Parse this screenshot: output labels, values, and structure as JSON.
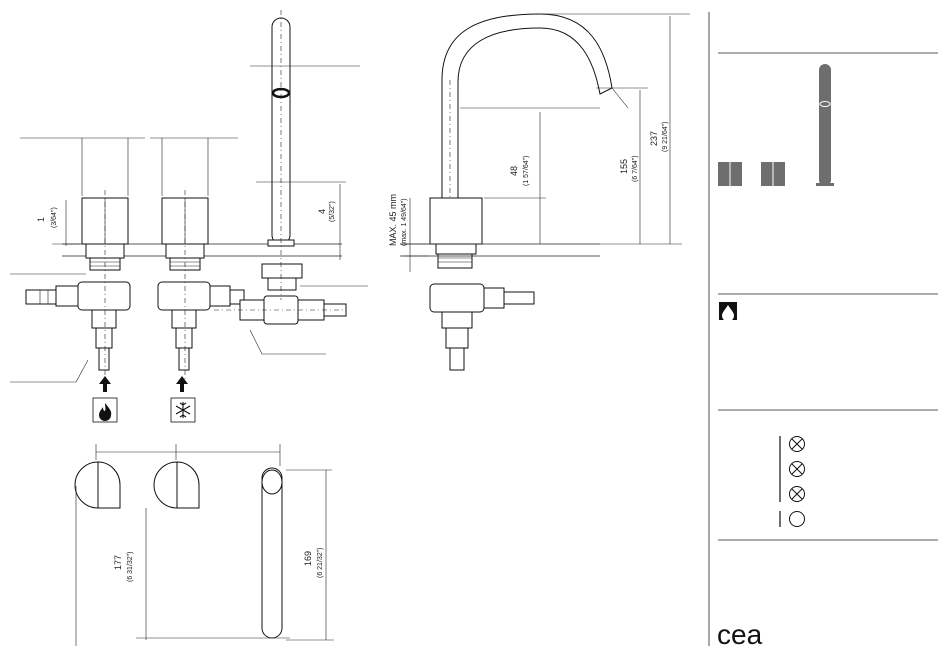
{
  "brand": {
    "logo_text": "cea"
  },
  "front_view": {
    "dim_1": "1",
    "dim_1_inch": "(3/64\")",
    "dim_4": "4",
    "dim_4_inch": "(5/32\")",
    "hot_icon": "flame-icon",
    "cold_icon": "snowflake-icon"
  },
  "side_view": {
    "dim_max": "MAX. 45 mm",
    "dim_max_inch": "(max. 1 49/64\")",
    "dim_48": "48",
    "dim_48_inch": "(1 57/64\")",
    "dim_155": "155",
    "dim_155_inch": "(6 7/64\")",
    "dim_237": "237",
    "dim_237_inch": "(9 21/64\")"
  },
  "top_view": {
    "dim_177": "177",
    "dim_177_inch": "(6 31/32\")",
    "dim_169": "169",
    "dim_169_inch": "(6 21/32\")"
  },
  "panel": {
    "swatch_color": "#6e6e6e",
    "water_icon": "water-drop-icon",
    "symbols": [
      "crossed-circle-icon",
      "crossed-circle-icon",
      "crossed-circle-icon",
      "empty-circle-icon"
    ]
  }
}
